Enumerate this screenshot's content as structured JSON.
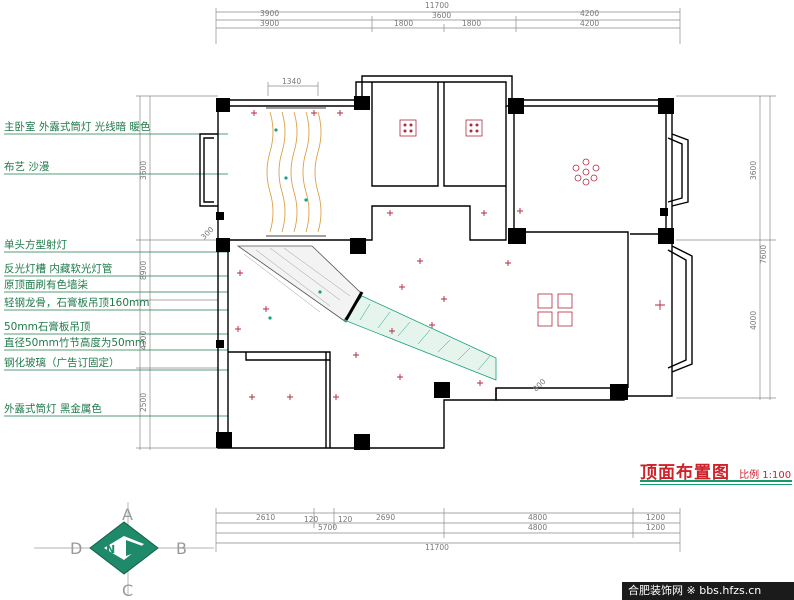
{
  "annotations": [
    {
      "text": "主卧室 外露式筒灯 光线暗 暖色"
    },
    {
      "text": "布艺 沙漫"
    },
    {
      "text": "单头方型射灯"
    },
    {
      "text": "反光灯槽 内藏软光灯管"
    },
    {
      "text": "原顶面刷有色墙柒"
    },
    {
      "text": "轻钢龙骨，石膏板吊顶160mm"
    },
    {
      "text": "50mm石膏板吊顶"
    },
    {
      "text": "直径50mm竹节高度为50mm"
    },
    {
      "text": "钢化玻璃（广告订固定）"
    },
    {
      "text": "外露式筒灯 黑金属色"
    }
  ],
  "title": {
    "main": "顶面布置图",
    "scale": "比例 1:100"
  },
  "watermark": "合肥装饰网 ※ bbs.hfzs.cn",
  "dims_top": [
    "11700",
    "3900",
    "3600",
    "4200",
    "3900",
    "1800",
    "1800",
    "4200",
    "1340"
  ],
  "dims_bottom": [
    "2610",
    "120",
    "120",
    "2690",
    "4800",
    "1200",
    "5700",
    "4800",
    "1200",
    "11700"
  ],
  "dims_left": [
    "3600",
    "300",
    "8900",
    "4300",
    "2500"
  ],
  "dims_right": [
    "3600",
    "7600",
    "4000"
  ],
  "dims_diag": [
    "800",
    "800"
  ],
  "compass": {
    "north": "N",
    "top": "A",
    "bottom": "C",
    "left": "D",
    "right": "B"
  },
  "colors": {
    "wall": "#000000",
    "green": "#1f7a4a",
    "red": "#d0202a",
    "hatch": "#1aa07a",
    "wood": "#d9a24a"
  }
}
